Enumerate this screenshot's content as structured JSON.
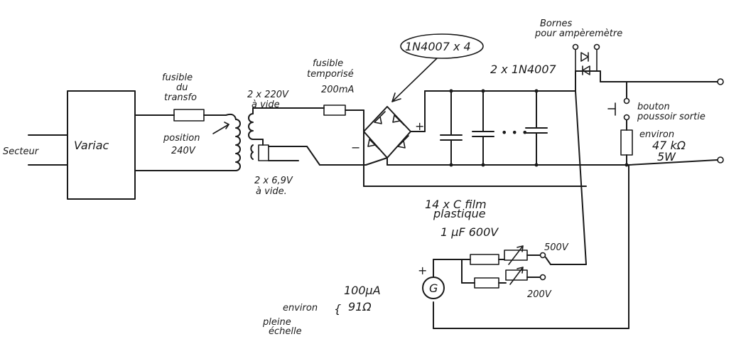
{
  "labels": {
    "secteur": "Secteur",
    "variac": "Variac",
    "fusible_transfo_1": "fusible",
    "fusible_transfo_2": "du",
    "fusible_transfo_3": "transfo",
    "position_1": "position",
    "position_2": "240V",
    "sec_hv_1": "2 x 220V",
    "sec_hv_2": "à vide",
    "sec_lv_1": "2 x 6,9V",
    "sec_lv_2": "à vide.",
    "fusible_temp_1": "fusible",
    "fusible_temp_2": "temporisé",
    "fusible_temp_3": "200mA",
    "bridge_note": "1N4007 x 4",
    "plus": "+",
    "minus": "−",
    "bornes_1": "Bornes",
    "bornes_2": "pour ampèremètre",
    "diodes_2x": "2 x 1N4007",
    "bouton_1": "bouton",
    "bouton_2": "poussoir sortie",
    "resistor_1": "environ",
    "resistor_2": "47 kΩ",
    "resistor_3": "5W",
    "caps_1": "14 x C film",
    "caps_2": "plastique",
    "caps_3": "1 µF 600V",
    "range_500": "500V",
    "range_200": "200V",
    "meter_g": "G",
    "meter_plus": "+",
    "environ": "environ",
    "meter_current": "100µA",
    "meter_res": "91Ω",
    "pleine_1": "pleine",
    "pleine_2": "échelle"
  }
}
